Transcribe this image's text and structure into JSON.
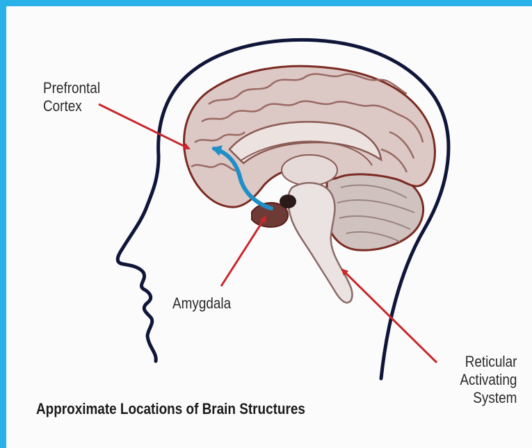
{
  "colors": {
    "border": "#29b1ea",
    "background": "#fbfbfb",
    "head_outline": "#10163a",
    "brain_tissue": "#d9c5c1",
    "brain_outline": "#7a2a22",
    "arrow_red": "#c8272c",
    "pathway_blue": "#1f8fc8"
  },
  "labels": {
    "prefrontal_line1": "Prefrontal",
    "prefrontal_line2": "Cortex",
    "amygdala": "Amygdala",
    "reticular_line1": "Reticular",
    "reticular_line2": "Activating",
    "reticular_line3": "System"
  },
  "caption": "Approximate Locations of Brain Structures",
  "icons": {
    "head": "head-profile-outline",
    "brain": "sagittal-brain-illustration",
    "pathway": "amygdala-to-prefrontal-arrow"
  }
}
